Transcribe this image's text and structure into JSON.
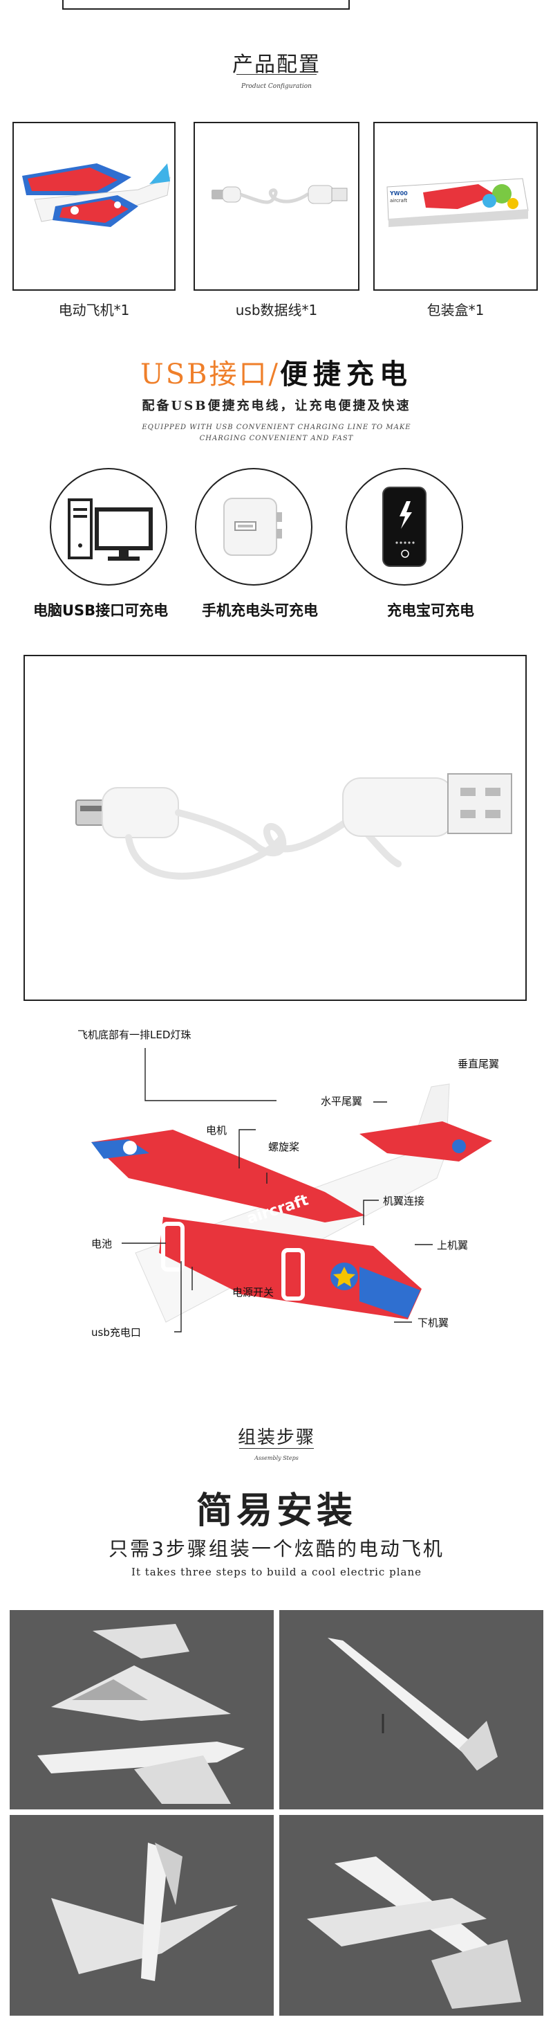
{
  "config_section": {
    "title": "产品配置",
    "subtitle": "Product Configuration",
    "items": [
      {
        "label": "电动飞机*1"
      },
      {
        "label": "usb数据线*1"
      },
      {
        "label": "包装盒*1"
      }
    ],
    "box_brand": "YW00",
    "box_text": "aircraft"
  },
  "usb_section": {
    "title_accent": "USB接口/",
    "title_main": "便捷充电",
    "desc": "配备USB便捷充电线，让充电便捷及快速",
    "en_line1": "EQUIPPED WITH USB CONVENIENT CHARGING LINE TO MAKE",
    "en_line2": "CHARGING CONVENIENT AND FAST",
    "methods": [
      {
        "label": "电脑USB接口可充电"
      },
      {
        "label": "手机充电头可充电"
      },
      {
        "label": "充电宝可充电"
      }
    ]
  },
  "diagram": {
    "plane_text": "aircraft",
    "labels": {
      "led": "飞机底部有一排LED灯珠",
      "vertical_tail": "垂直尾翼",
      "horizontal_tail": "水平尾翼",
      "motor": "电机",
      "propeller": "螺旋桨",
      "wing_joint": "机翼连接",
      "battery": "电池",
      "upper_wing": "上机翼",
      "power_switch": "电源开关",
      "usb_port": "usb充电口",
      "lower_wing": "下机翼"
    }
  },
  "assembly_section": {
    "title": "组装步骤",
    "subtitle": "Assembly Steps",
    "headline": "简易安装",
    "tagline": "只需3步骤组装一个炫酷的电动飞机",
    "en_tagline": "It takes three steps to build a cool electric plane"
  },
  "colors": {
    "accent_orange": "#ef7f2a",
    "plane_red": "#e8343c",
    "plane_blue": "#2f6fd0",
    "photo_bg": "#5b5b5b"
  }
}
